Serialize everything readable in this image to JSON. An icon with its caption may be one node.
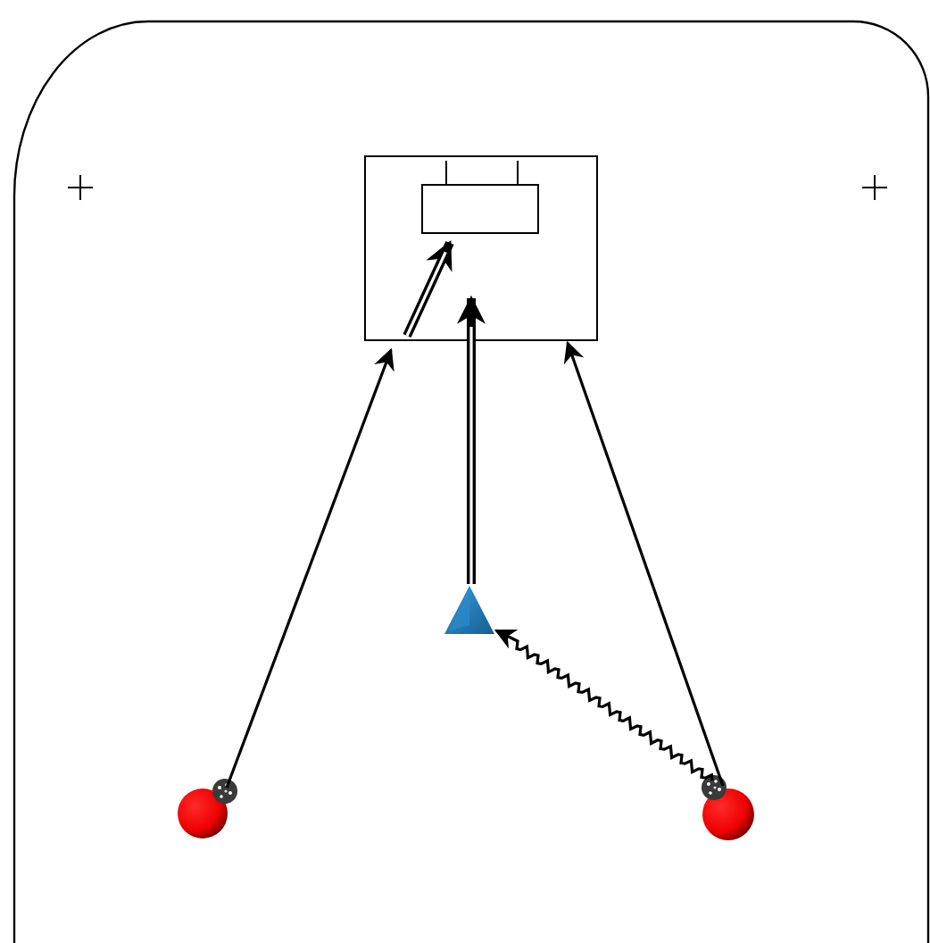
{
  "diagram": {
    "nodes": [
      {
        "text": [],
        "shape": "box"
      },
      {
        "text": [],
        "shape": "box",
        "in": 0
      },
      {
        "text": [],
        "shape": "triangle"
      },
      {
        "text": [],
        "shape": "circle"
      },
      {
        "text": [],
        "shape": "circle"
      },
      {
        "text": [],
        "shape": "circle"
      },
      {
        "text": [],
        "shape": "circle"
      }
    ],
    "edges": [
      {
        "from": 4,
        "to": 0,
        "arrow": "to"
      },
      {
        "from": 6,
        "to": 0,
        "arrow": "to"
      },
      {
        "from": 2,
        "to": 0,
        "arrow": "to",
        "style": "thick"
      },
      {
        "from": 0,
        "to": 1,
        "arrow": "to",
        "style": "thick"
      },
      {
        "from": 6,
        "to": 2,
        "arrow": "to"
      }
    ]
  }
}
